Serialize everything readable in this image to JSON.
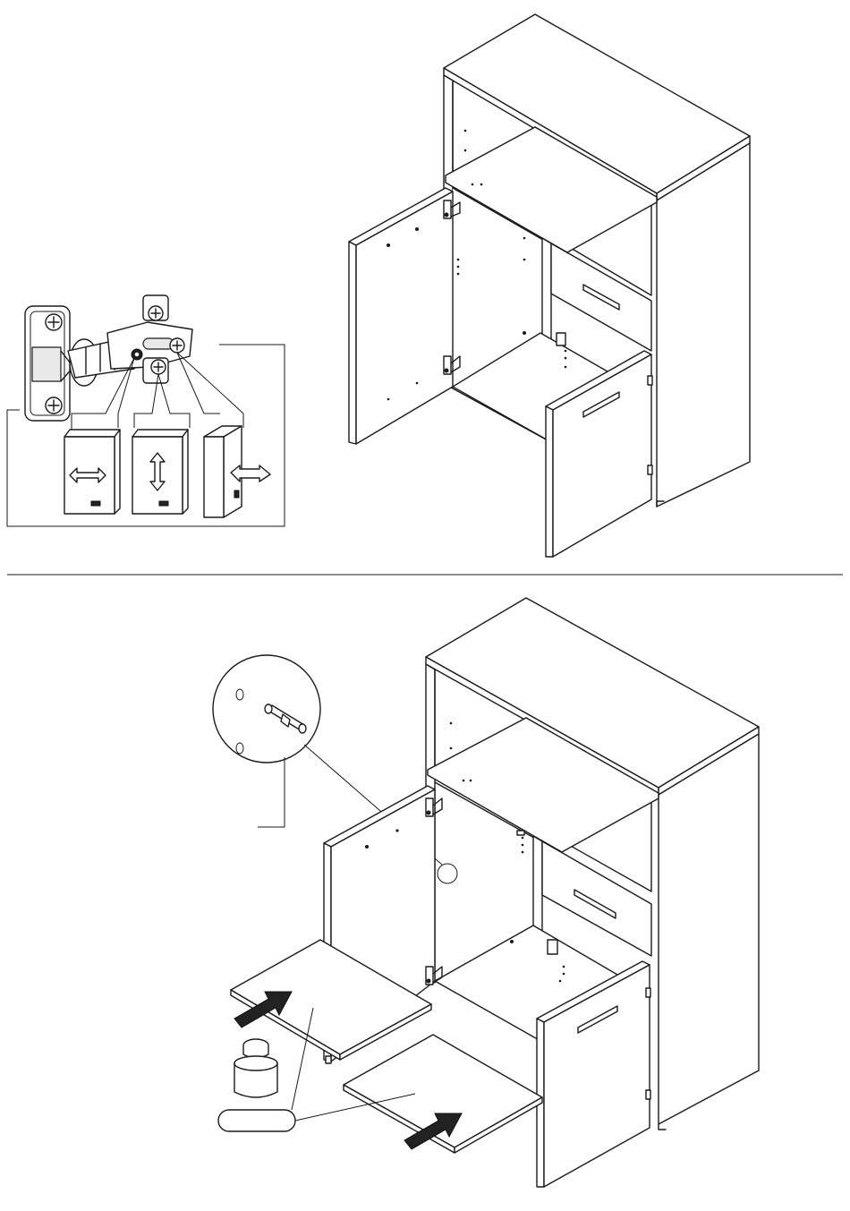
{
  "figure": {
    "kind": "assembly instruction drawing",
    "steps": [
      {
        "name": "hinge-adjustment-step",
        "hinge_adjustments": [
          {
            "direction": "horizontal",
            "icon": "double-arrow-horizontal-icon"
          },
          {
            "direction": "vertical",
            "icon": "double-arrow-vertical-icon"
          },
          {
            "direction": "depth",
            "icon": "double-arrow-depth-icon"
          }
        ]
      },
      {
        "name": "shelf-insertion-step",
        "items": [
          "shelf-insert-arrow-icon",
          "weight-icon",
          "label-bubble",
          "detail-magnifier"
        ]
      }
    ]
  },
  "colors": {
    "line": "#1a1a1a",
    "background": "#ffffff",
    "shade": "#e9e9e9",
    "arrow": "#111111"
  }
}
